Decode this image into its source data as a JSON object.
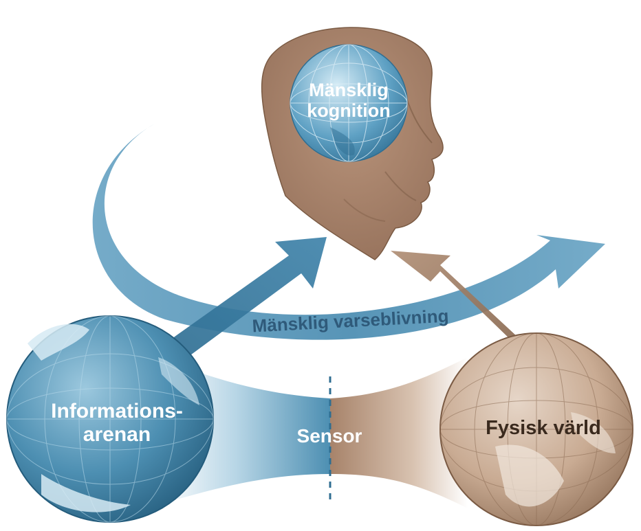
{
  "colors": {
    "blue_dark": "#2f6e92",
    "blue_mid": "#4d8fb2",
    "blue_light": "#8fc0d8",
    "blue_pale": "#cfe4ef",
    "brown_dark": "#7a5a43",
    "brown_mid": "#a7836a",
    "brown_light": "#d8c2b0",
    "skin": "#a78068",
    "white": "#ffffff"
  },
  "labels": {
    "cognition_line1": "Mänsklig",
    "cognition_line2": "kognition",
    "perception": "Mänsklig varseblivning",
    "info_line1": "Informations-",
    "info_line2": "arenan",
    "sensor": "Sensor",
    "physical": "Fysisk värld"
  },
  "icons": {
    "head": "human-head-profile-icon",
    "brain_globe": "globe-icon",
    "info_globe": "globe-icon",
    "physical_globe": "globe-icon"
  }
}
